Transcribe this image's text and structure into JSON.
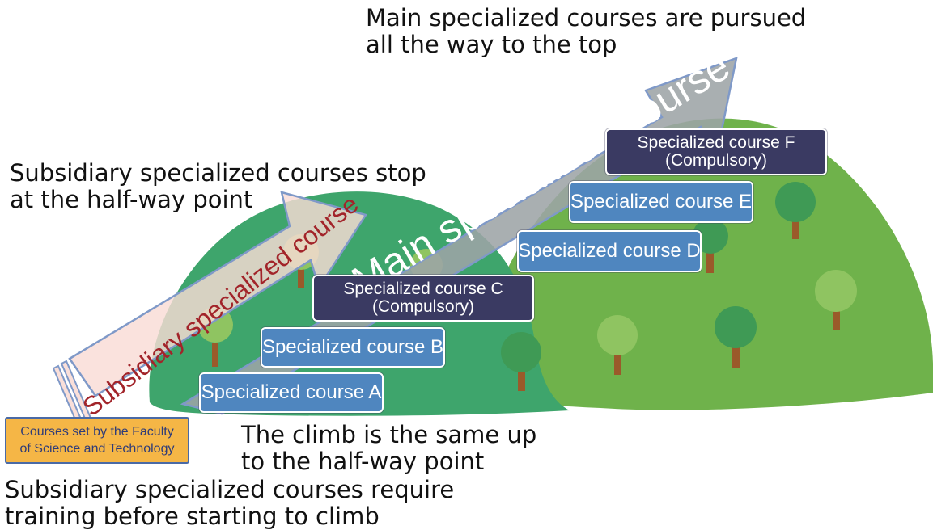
{
  "captions": {
    "main_top": [
      "Main specialized courses are pursued",
      "all the way to the top"
    ],
    "subsidiary_stop": [
      "Subsidiary specialized courses stop",
      "at the half-way point"
    ],
    "climb_same": [
      "The climb is the same up",
      "to the half-way point"
    ],
    "subsidiary_training": [
      "Subsidiary specialized courses require",
      "training before starting to climb"
    ]
  },
  "arrows": {
    "main": "Main specialized course",
    "subsidiary": "Subsidiary specialized course"
  },
  "badge": [
    "Courses set by the Faculty",
    "of Science and Technology"
  ],
  "courses": {
    "a": [
      "Specialized course A"
    ],
    "b": [
      "Specialized course B"
    ],
    "c": [
      "Specialized course C",
      "(Compulsory)"
    ],
    "d": [
      "Specialized course D"
    ],
    "e": [
      "Specialized course E"
    ],
    "f": [
      "Specialized course F",
      "(Compulsory)"
    ]
  },
  "colors": {
    "left_hill": "#3ea56c",
    "right_hill": "#6fb24b",
    "course_blue": "#4f86bf",
    "course_navy": "#3a3a62",
    "main_arrow": "#9da4a6",
    "subsidiary_arrow": "#f9dcd5",
    "subsidiary_text": "#a2242a",
    "badge": "#f5b646"
  }
}
